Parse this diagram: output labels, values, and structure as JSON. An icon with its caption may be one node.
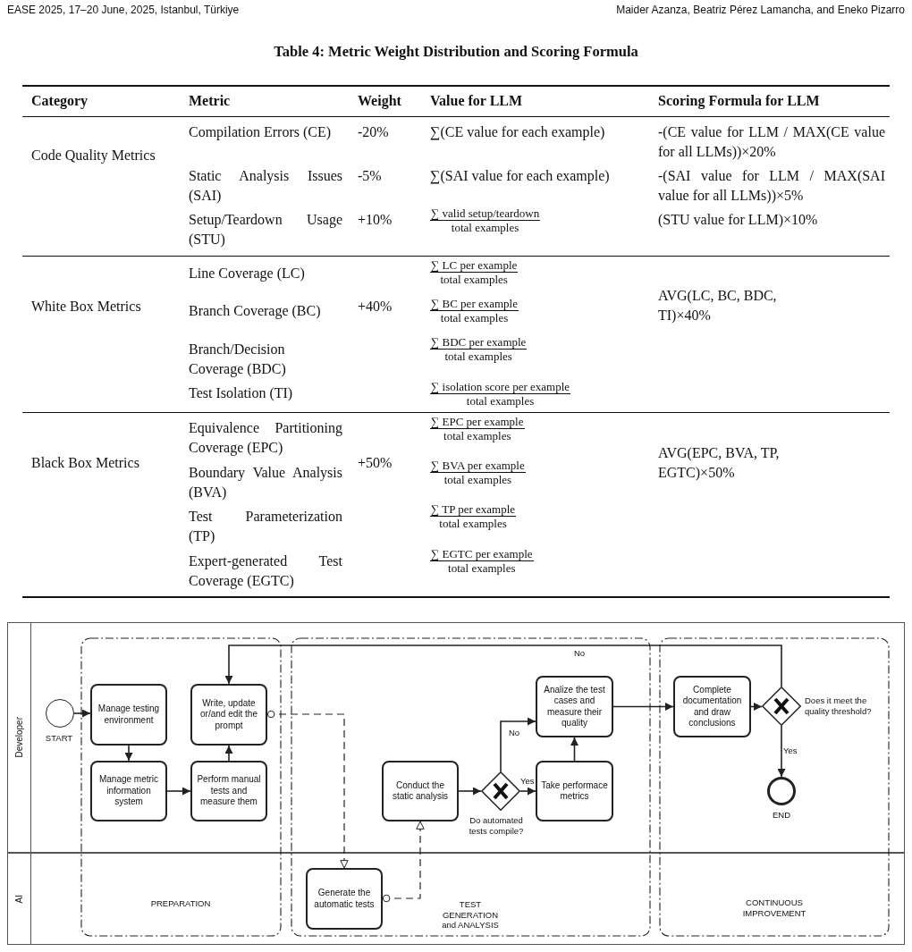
{
  "diagram": {
    "title": "Table 4: Metric Weight Distribution and Scoring Formula",
    "nodes": [
      {
        "text": [
          "PREPARATION"
        ]
      },
      {
        "text": [
          "TEST GENERATION and ANALYSIS"
        ]
      },
      {
        "text": [
          "CONTINUOUS IMPROVEMENT"
        ]
      },
      {
        "text": [],
        "shape": "circle",
        "beside": [
          "START"
        ]
      },
      {
        "text": [
          "Manage testing environment"
        ],
        "in": 0
      },
      {
        "text": [
          "Write, update or/and edit the prompt"
        ],
        "in": 0
      },
      {
        "text": [
          "Manage metric information system"
        ],
        "in": 0
      },
      {
        "text": [
          "Perform manual tests and measure them"
        ],
        "in": 0
      },
      {
        "text": [
          "Conduct the static analysis"
        ],
        "in": 1
      },
      {
        "text": [],
        "shape": "diamond",
        "beside": [
          "Do automated tests compile?"
        ],
        "in": 1
      },
      {
        "text": [
          "Analize the test cases and measure their quality"
        ],
        "in": 1
      },
      {
        "text": [
          "Take performace metrics"
        ],
        "in": 1
      },
      {
        "text": [
          "Complete documentation and draw conclusions"
        ],
        "in": 2
      },
      {
        "text": [],
        "shape": "diamond",
        "beside": [
          "Does it meet the quality threshold?"
        ],
        "in": 2
      },
      {
        "text": [],
        "shape": "circle",
        "beside": [
          "END"
        ],
        "in": 2
      },
      {
        "text": [
          "Generate the automatic tests"
        ],
        "in": 1
      }
    ],
    "edges": [
      {
        "from": 3,
        "to": 4,
        "arrow": "to"
      },
      {
        "from": 4,
        "to": 6,
        "arrow": "to"
      },
      {
        "from": 6,
        "to": 7,
        "arrow": "to"
      },
      {
        "from": 7,
        "to": 5,
        "arrow": "to"
      },
      {
        "from": 5,
        "to": 15,
        "arrow": "to",
        "style": "dashed"
      },
      {
        "from": 15,
        "to": 8,
        "arrow": "to",
        "style": "dashed"
      },
      {
        "from": 8,
        "to": 9,
        "arrow": "to"
      },
      {
        "from": 9,
        "to": 10,
        "arrow": "to",
        "label": "No"
      },
      {
        "from": 9,
        "to": 11,
        "arrow": "to",
        "label": "Yes"
      },
      {
        "from": 11,
        "to": 10,
        "arrow": "to"
      },
      {
        "from": 10,
        "to": 12,
        "arrow": "to"
      },
      {
        "from": 12,
        "to": 13,
        "arrow": "to"
      },
      {
        "from": 13,
        "to": 14,
        "arrow": "to",
        "label": "Yes"
      },
      {
        "from": 13,
        "to": 5,
        "arrow": "to",
        "label": "No"
      }
    ],
    "labels": [
      "EASE 2025, 17–20 June, 2025, Istanbul, Türkiye",
      "Maider Azanza, Beatriz Pérez Lamancha, and Eneko Pizarro",
      "Category",
      "Metric",
      "Weight",
      "Value for LLM",
      "Scoring Formula for LLM",
      "Code Quality Metrics",
      "Compilation Errors (CE)",
      "-20%",
      "∑(CE value for each example)",
      "-(CE value for LLM / MAX(CE value for all LLMs))×20%",
      "Static Analysis Issues (SAI)",
      "-5%",
      "∑(SAI value for each example)",
      "-(SAI value for LLM / MAX(SAI value for all LLMs))×5%",
      "Setup/Teardown Usage (STU)",
      "+10%",
      "∑ valid setup/teardown",
      "total examples",
      "(STU value for LLM)×10%",
      "White Box Metrics",
      "+40%",
      "AVG(LC, BC, BDC, TI)×40%",
      "Line Coverage (LC)",
      "∑ LC per example",
      "total examples",
      "Branch Coverage (BC)",
      "∑ BC per example",
      "total examples",
      "Branch/Decision Coverage (BDC)",
      "∑ BDC per example",
      "total examples",
      "Test Isolation (TI)",
      "∑ isolation score per example",
      "total examples",
      "Black Box Metrics",
      "+50%",
      "AVG(EPC, BVA, TP, EGTC)×50%",
      "Equivalence Partitioning Coverage (EPC)",
      "∑ EPC per example",
      "total examples",
      "Boundary Value Analysis (BVA)",
      "∑ BVA per example",
      "total examples",
      "Test Parameterization (TP)",
      "∑ TP per example",
      "total examples",
      "Expert-generated Test Coverage (EGTC)",
      "∑ EGTC per example",
      "total examples",
      "Developer",
      "AI"
    ]
  }
}
